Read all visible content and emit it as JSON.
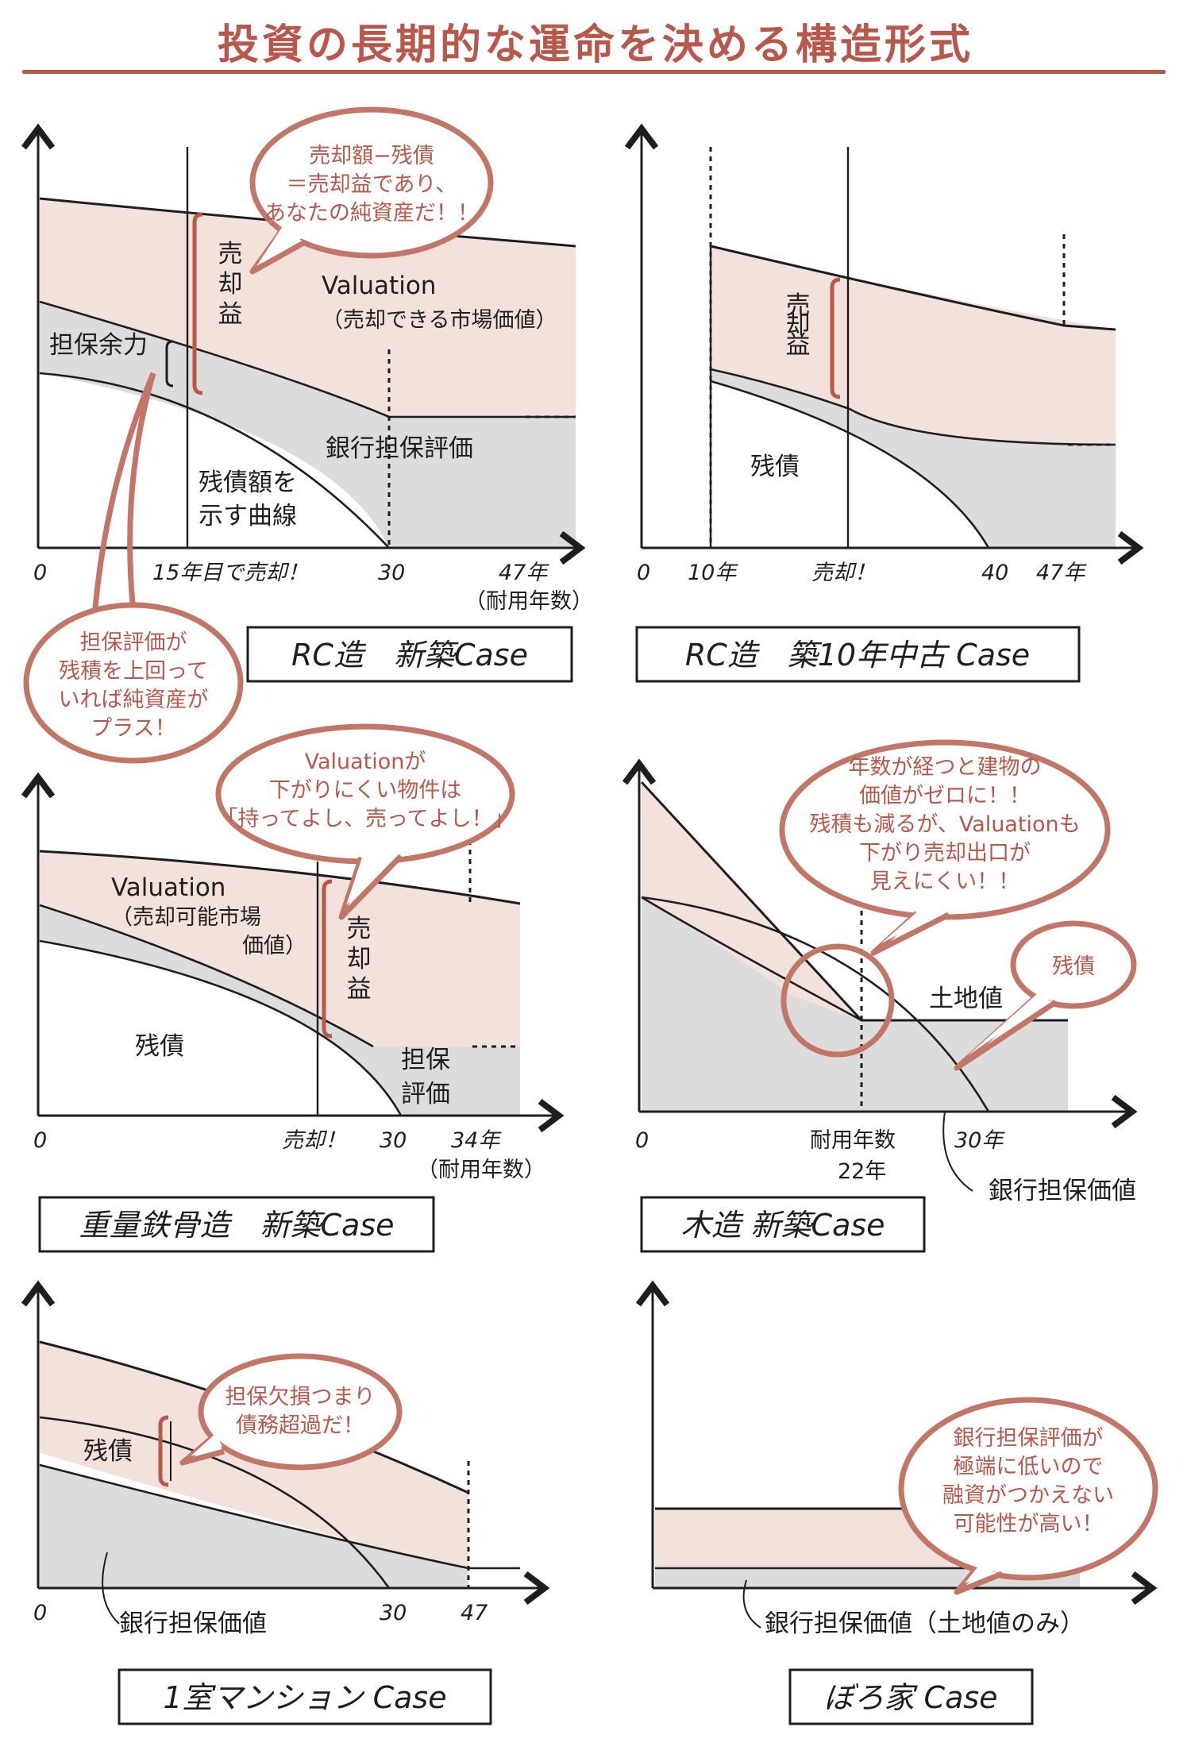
{
  "title": "投資の長期的な運命を決める構造形式",
  "colors": {
    "accent": "#b8584c",
    "pink": "#f3e1dc",
    "gray": "#dcdcdc",
    "ink": "#1e1e1e"
  },
  "p1": {
    "case_label": "RC造　新築Case",
    "bubble1": [
      "売却額−残債",
      "＝売却益であり、",
      "あなたの純資産だ！！"
    ],
    "bubble2": [
      "担保評価が",
      "残積を上回って",
      "いれば純資産が",
      "プラス！"
    ],
    "sale_profit": [
      "売",
      "却",
      "益"
    ],
    "valuation": "Valuation",
    "valuation_sub": "（売却できる市場価値）",
    "collateral_margin": "担保余力",
    "bank_eval": "銀行担保評価",
    "debt_curve": [
      "残債額を",
      "示す曲線"
    ],
    "x0": "0",
    "sold": "15年目で売却！",
    "x30": "30",
    "x47": "47年",
    "life": "（耐用年数）"
  },
  "p2": {
    "case_label": "RC造　築10年中古 Case",
    "sale_profit": [
      "売",
      "却",
      "益"
    ],
    "debt": "残債",
    "x0": "0",
    "x10": "10年",
    "sold": "売却！",
    "x40": "40",
    "x47": "47年"
  },
  "p3": {
    "case_label": "重量鉄骨造　新築Case",
    "bubble": [
      "Valuationが",
      "下がりにくい物件は",
      "「持ってよし、売ってよし！」"
    ],
    "valuation": "Valuation",
    "valuation_sub1": "（売却可能市場",
    "valuation_sub2": "価値）",
    "sale_profit": [
      "売",
      "却",
      "益"
    ],
    "debt": "残債",
    "bank_eval": [
      "担保",
      "評価"
    ],
    "x0": "0",
    "sold": "売却！",
    "x30": "30",
    "x34": "34年",
    "life": "（耐用年数）"
  },
  "p4": {
    "case_label": "木造 新築Case",
    "bubble1": [
      "年数が経つと建物の",
      "価値がゼロに！！",
      "残積も減るが、Valuationも",
      "下がり売却出口が",
      "見えにくい！！"
    ],
    "bubble2": "残債",
    "land_value": "土地値",
    "x0": "0",
    "life_label": "耐用年数",
    "x22": "22年",
    "x30": "30年",
    "bank_value": "銀行担保価値"
  },
  "p5": {
    "case_label": "1室マンション Case",
    "bubble": [
      "担保欠損つまり",
      "債務超過だ！"
    ],
    "debt": "残債",
    "x0": "0",
    "bank_value": "銀行担保価値",
    "x30": "30",
    "x47": "47"
  },
  "p6": {
    "case_label": "ぼろ家 Case",
    "bubble": [
      "銀行担保評価が",
      "極端に低いので",
      "融資がつかえない",
      "可能性が高い！"
    ],
    "bank_value": "銀行担保価値（土地値のみ）"
  }
}
